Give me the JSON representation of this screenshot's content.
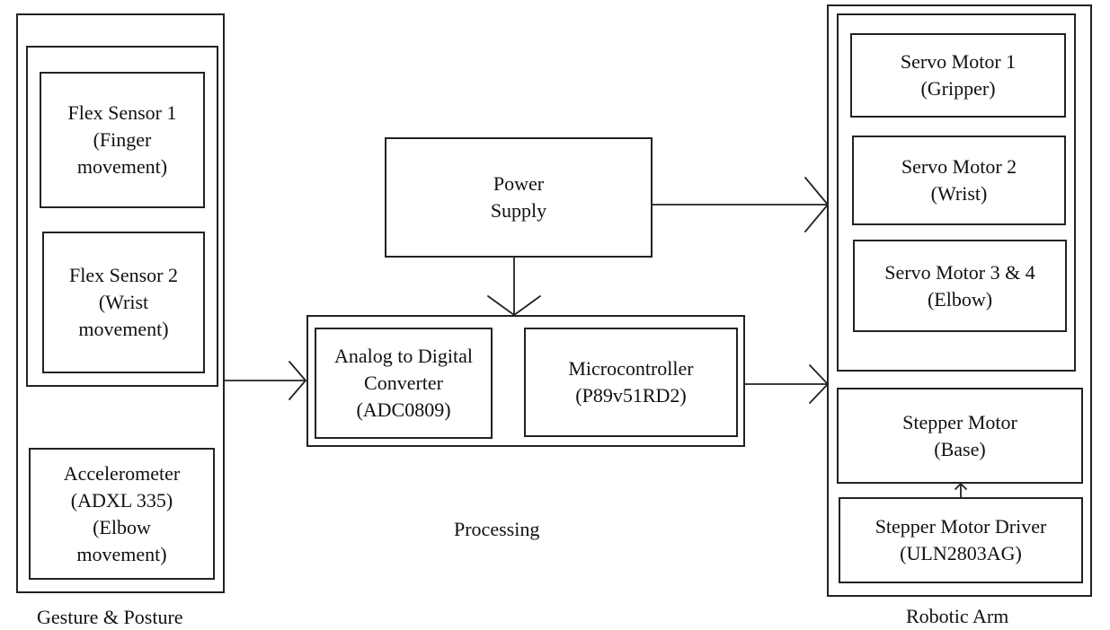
{
  "gesture_group": {
    "caption": "Gesture & Posture",
    "flex1": [
      "Flex Sensor 1",
      "(Finger",
      "movement)"
    ],
    "flex2": [
      "Flex Sensor 2",
      "(Wrist",
      "movement)"
    ],
    "accel": [
      "Accelerometer",
      "(ADXL 335)",
      "(Elbow",
      "movement)"
    ]
  },
  "processing_group": {
    "caption": "Processing",
    "power": [
      "Power",
      "Supply"
    ],
    "adc": [
      "Analog to Digital",
      "Converter",
      "(ADC0809)"
    ],
    "mcu": [
      "Microcontroller",
      "(P89v51RD2)"
    ]
  },
  "robotic_group": {
    "caption": "Robotic Arm",
    "servo1": [
      "Servo Motor 1",
      "(Gripper)"
    ],
    "servo2": [
      "Servo Motor 2",
      "(Wrist)"
    ],
    "servo34": [
      "Servo Motor 3 & 4",
      "(Elbow)"
    ],
    "stepper": [
      "Stepper Motor",
      "(Base)"
    ],
    "driver": [
      "Stepper Motor Driver",
      "(ULN2803AG)"
    ]
  },
  "colors": {
    "stroke": "#222222",
    "background": "#ffffff",
    "text": "#111111"
  }
}
